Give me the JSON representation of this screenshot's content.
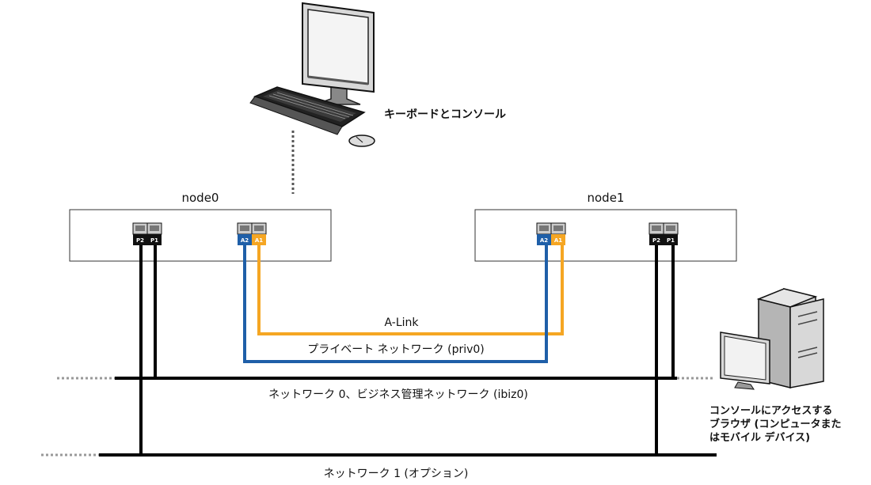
{
  "nodes": {
    "node0": "node0",
    "node1": "node1"
  },
  "ports": {
    "p2": "P2",
    "p1": "P1",
    "a2": "A2",
    "a1": "A1"
  },
  "links": {
    "alink": "A-Link",
    "private_network": "プライベート ネットワーク (priv0)",
    "network0": "ネットワーク 0、ビジネス管理ネットワーク (ibiz0)",
    "network1": "ネットワーク 1 (オプション)"
  },
  "devices": {
    "keyboard_console": "キーボードとコンソール",
    "browser_line1": "コンソールにアクセスする",
    "browser_line2": "ブラウザ (コンピュータまた",
    "browser_line3": "はモバイル デバイス)"
  },
  "colors": {
    "alink": "#f5a623",
    "private_network": "#1f5fa8",
    "network": "#000000"
  }
}
